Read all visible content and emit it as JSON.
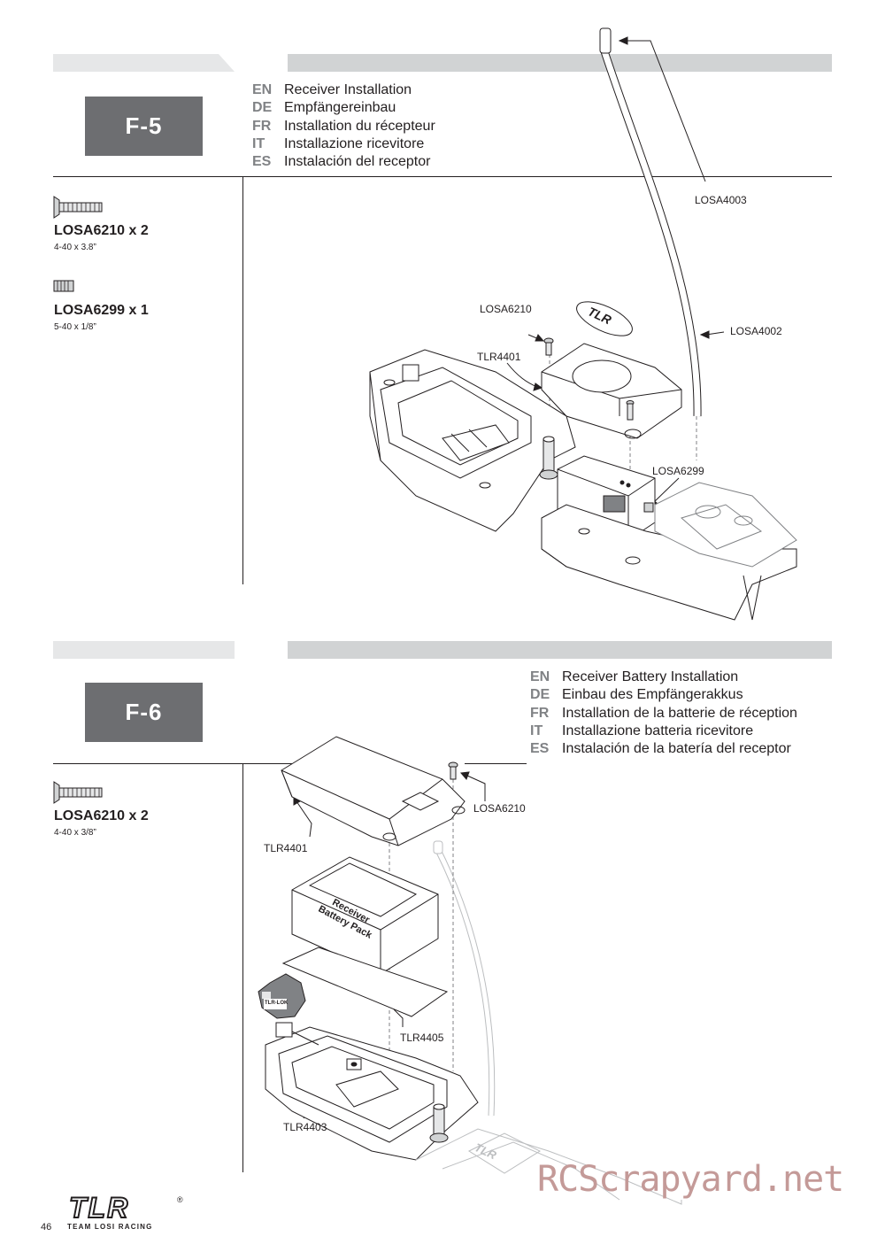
{
  "page_number": "46",
  "logo": {
    "text": "TLR",
    "subtitle": "TEAM LOSI RACING",
    "registered": "®"
  },
  "watermark": "RCScrapyard.net",
  "steps": [
    {
      "id": "F-5",
      "languages": [
        {
          "code": "EN",
          "text": "Receiver Installation"
        },
        {
          "code": "DE",
          "text": "Empfängereinbau"
        },
        {
          "code": "FR",
          "text": "Installation du récepteur"
        },
        {
          "code": "IT",
          "text": "Installazione ricevitore"
        },
        {
          "code": "ES",
          "text": "Instalación del receptor"
        }
      ],
      "parts": [
        {
          "name": "LOSA6210 x 2",
          "size": "4-40 x 3.8”",
          "icon": "flat-head-screw-icon"
        },
        {
          "name": "LOSA6299 x 1",
          "size": "5-40 x 1/8”",
          "icon": "set-screw-icon"
        }
      ],
      "callouts": [
        "LOSA4003",
        "LOSA6210",
        "LOSA4002",
        "TLR4401",
        "LOSA6299"
      ]
    },
    {
      "id": "F-6",
      "languages": [
        {
          "code": "EN",
          "text": "Receiver Battery Installation"
        },
        {
          "code": "DE",
          "text": "Einbau des Empfängerakkus"
        },
        {
          "code": "FR",
          "text": "Installation de la batterie de réception"
        },
        {
          "code": "IT",
          "text": "Installazione batteria ricevitore"
        },
        {
          "code": "ES",
          "text": "Instalación de la batería del receptor"
        }
      ],
      "parts": [
        {
          "name": "LOSA6210 x 2",
          "size": "4-40 x 3/8”",
          "icon": "flat-head-screw-icon"
        }
      ],
      "callouts": [
        "LOSA6210",
        "TLR4401",
        "TLR4405",
        "TLR4403"
      ],
      "battery_label": [
        "Receiver",
        "Battery Pack"
      ],
      "threadlock_label": "TLR-LOK"
    }
  ]
}
